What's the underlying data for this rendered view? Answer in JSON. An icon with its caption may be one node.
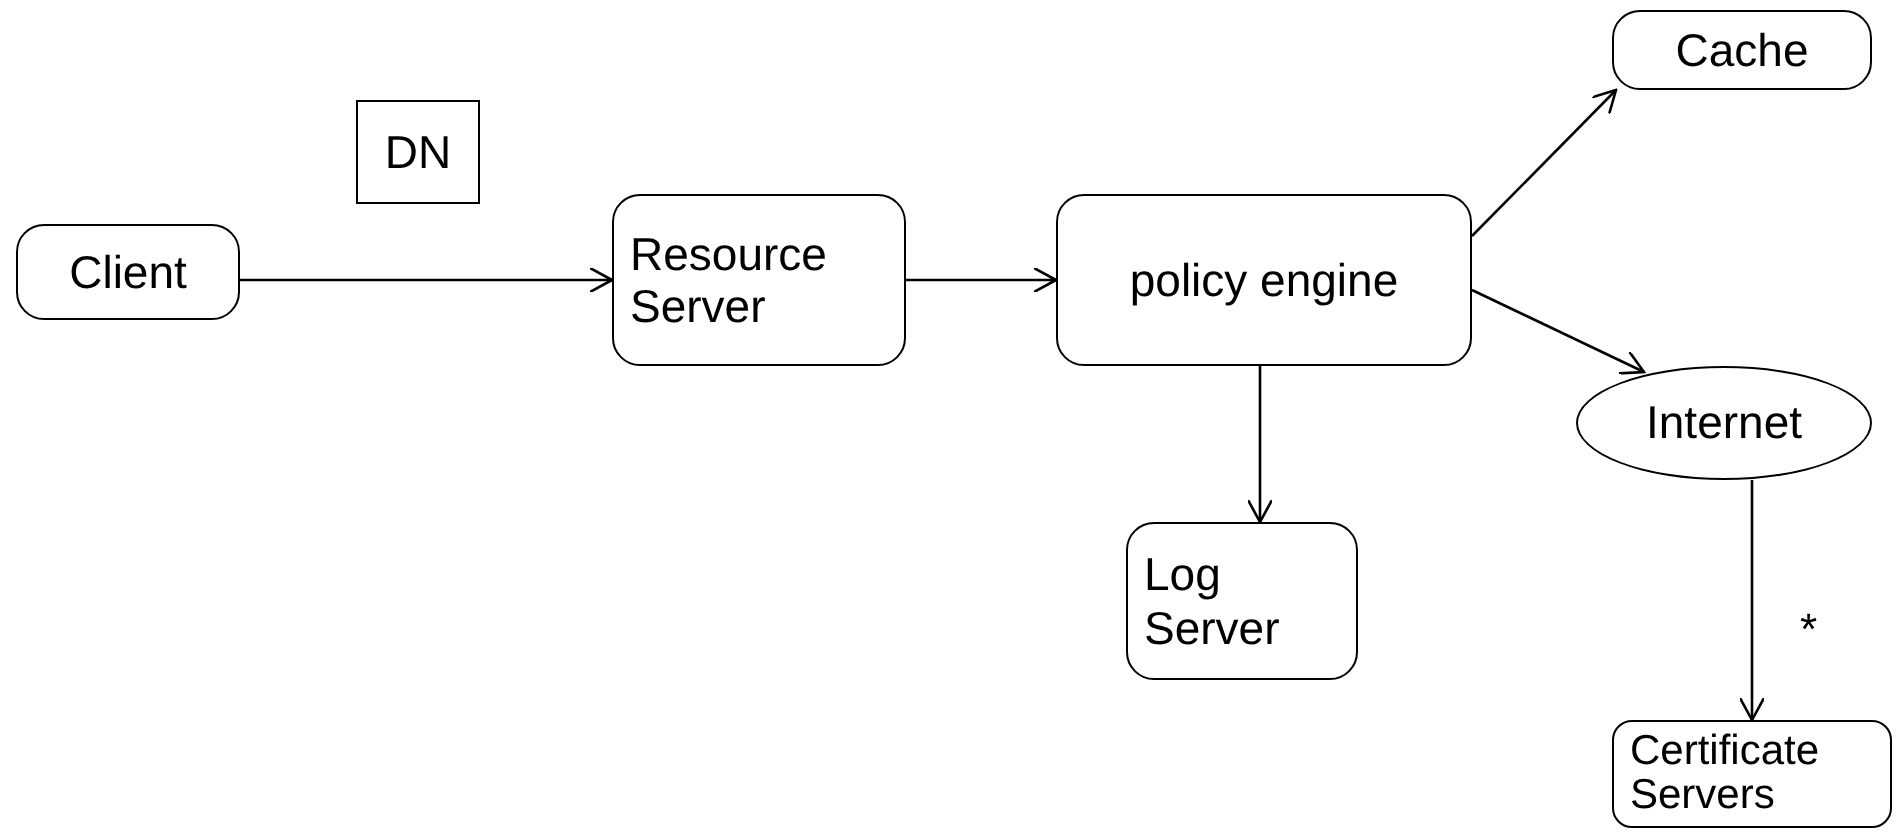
{
  "diagram": {
    "nodes": [
      {
        "text": [
          "Client"
        ]
      },
      {
        "text": [
          "DN"
        ]
      },
      {
        "text": [
          "Resource Server"
        ]
      },
      {
        "text": [
          "policy engine"
        ]
      },
      {
        "text": [
          "Cache"
        ]
      },
      {
        "text": [
          "Internet"
        ]
      },
      {
        "text": [
          "Log Server"
        ]
      },
      {
        "text": [
          "Certificate Servers"
        ]
      }
    ],
    "edges": [
      {
        "from": 0,
        "to": 2,
        "arrow": "to"
      },
      {
        "from": 2,
        "to": 3,
        "arrow": "to"
      },
      {
        "from": 3,
        "to": 4,
        "arrow": "to"
      },
      {
        "from": 3,
        "to": 5,
        "arrow": "to"
      },
      {
        "from": 3,
        "to": 6,
        "arrow": "to"
      },
      {
        "from": 5,
        "to": 7,
        "arrow": "to"
      }
    ],
    "labels": [
      "*"
    ]
  }
}
